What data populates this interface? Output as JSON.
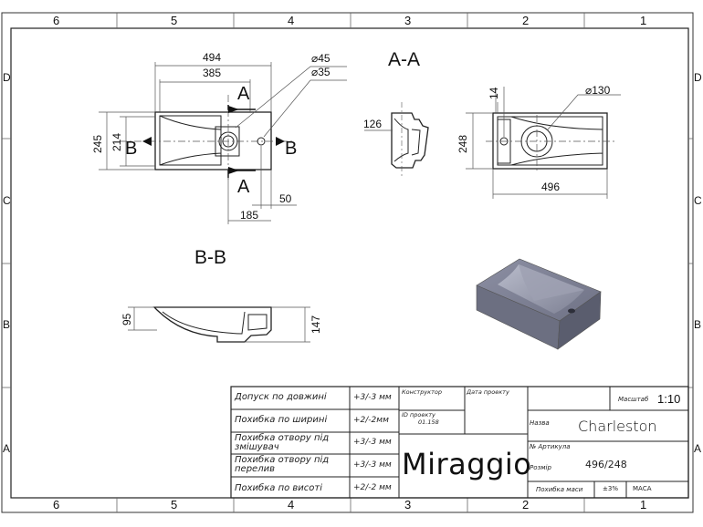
{
  "frame": {
    "columns": [
      "6",
      "5",
      "4",
      "3",
      "2",
      "1"
    ],
    "rows": [
      "D",
      "C",
      "B",
      "A"
    ]
  },
  "top_view": {
    "dims": {
      "overall_length": "494",
      "bowl_length": "385",
      "drain_diameter": "⌀45",
      "tap_hole_diameter": "⌀35",
      "overall_width": "245",
      "bowl_width": "214",
      "hole_offset": "50",
      "hole_to_edge": "185"
    },
    "section_letters": {
      "a_top": "A",
      "a_bottom": "A",
      "b_left": "B",
      "b_right": "B"
    }
  },
  "section_aa": {
    "title": "A-A",
    "dims": {
      "depth": "126"
    }
  },
  "right_view": {
    "dims": {
      "rim": "14",
      "bowl_diameter": "⌀130",
      "width": "248",
      "length": "496"
    }
  },
  "section_bb": {
    "title": "B-B",
    "dims": {
      "inner_height": "95",
      "overall_height": "147"
    }
  },
  "title_block": {
    "tolerances": [
      {
        "label": "Допуск по довжині",
        "value": "+3/-3 мм"
      },
      {
        "label": "Похибка по ширині",
        "value": "+2/-2мм"
      },
      {
        "label": "Похибка отвору під змішувач",
        "value": "+3/-3 мм"
      },
      {
        "label": "Похибка отвору під перелив",
        "value": "+3/-3 мм"
      },
      {
        "label": "Похибка по висоті",
        "value": "+2/-2 мм"
      }
    ],
    "designer_label": "Конструктор",
    "project_date_label": "Дата проекту",
    "project_id_label": "ID проекту",
    "project_id_value": "01.158",
    "scale_label": "Масштаб",
    "scale_value": "1:10",
    "name_label": "Назва",
    "name_value": "Charleston",
    "article_label": "№ Артикула",
    "size_label": "Розмір",
    "size_value": "496/248",
    "mass_error_label": "Похибка маси",
    "mass_error_value": "±3%",
    "mass_label": "МАСА",
    "brand": "Miraggio"
  }
}
